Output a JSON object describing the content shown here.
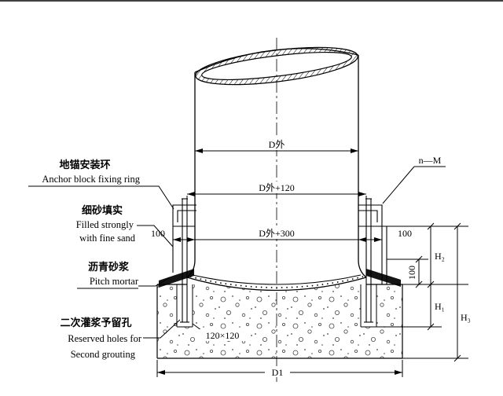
{
  "diagram": {
    "labels": {
      "anchor_ring_cn": "地锚安装环",
      "anchor_ring_en": "Anchor block fixing ring",
      "fine_sand_cn": "细砂填实",
      "fine_sand_en1": "Filled strongly",
      "fine_sand_en2": "with fine sand",
      "pitch_mortar_cn": "沥青砂浆",
      "pitch_mortar_en": "Pitch mortar",
      "grouting_cn": "二次灌浆予留孔",
      "grouting_en1": "Reserved holes for",
      "grouting_en2": "Second grouting",
      "bolt_spec": "n—M"
    },
    "dimensions": {
      "d_outer": "D外",
      "d_outer_120": "D外+120",
      "d_outer_300": "D外+300",
      "left_100": "100",
      "right_100": "100",
      "vert_100": "100",
      "h_upper": "H₂",
      "h_mid": "H₁",
      "h_total": "H₃",
      "hole_size": "120×120",
      "base_width": "D1"
    }
  }
}
